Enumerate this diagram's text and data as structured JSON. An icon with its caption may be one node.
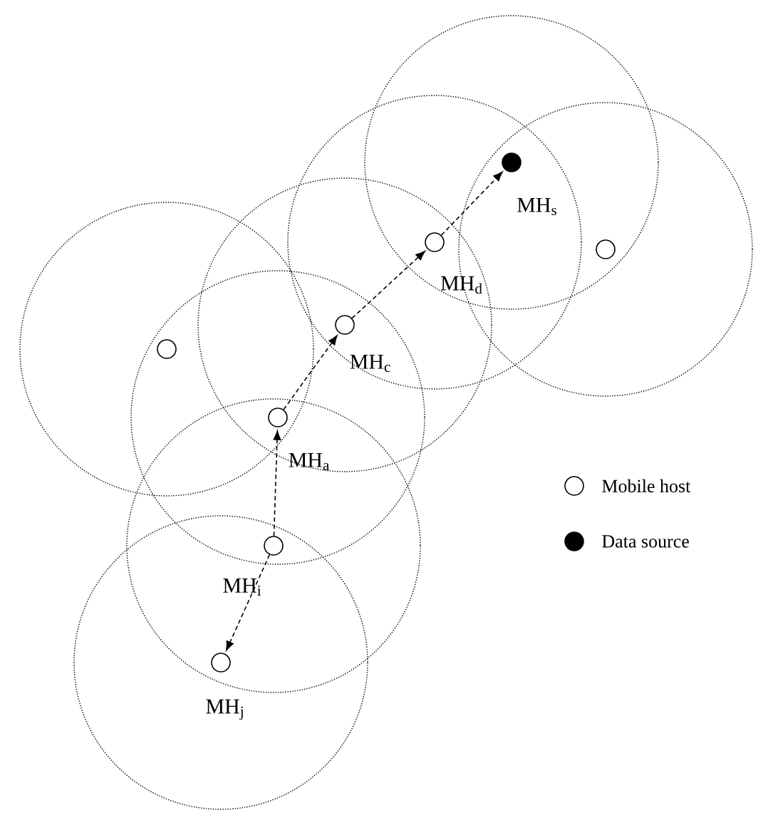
{
  "diagram": {
    "nodes": [
      {
        "text": [],
        "shape": "circle",
        "beside": [
          "MH$_{j}$"
        ]
      },
      {
        "text": [],
        "shape": "circle",
        "beside": [
          "MH$_{i}$"
        ]
      },
      {
        "text": [],
        "shape": "circle",
        "beside": [
          "MH$_{a}$"
        ]
      },
      {
        "text": [],
        "shape": "circle"
      },
      {
        "text": [],
        "shape": "circle",
        "beside": [
          "MH$_{c}$"
        ]
      },
      {
        "text": [],
        "shape": "circle",
        "beside": [
          "MH$_{d}$"
        ]
      },
      {
        "text": [],
        "shape": "dot",
        "beside": [
          "MH$_{s}$"
        ]
      },
      {
        "text": [],
        "shape": "circle"
      }
    ],
    "edges": [
      {
        "from": 1,
        "to": 2,
        "arrow": "to"
      },
      {
        "from": 2,
        "to": 4,
        "arrow": "to"
      },
      {
        "from": 4,
        "to": 5,
        "arrow": "to"
      },
      {
        "from": 5,
        "to": 6,
        "arrow": "to"
      },
      {
        "from": 1,
        "to": 0,
        "arrow": "to"
      }
    ],
    "legend": [
      {
        "text": "Mobile host"
      },
      {
        "text": "Data source"
      }
    ]
  }
}
